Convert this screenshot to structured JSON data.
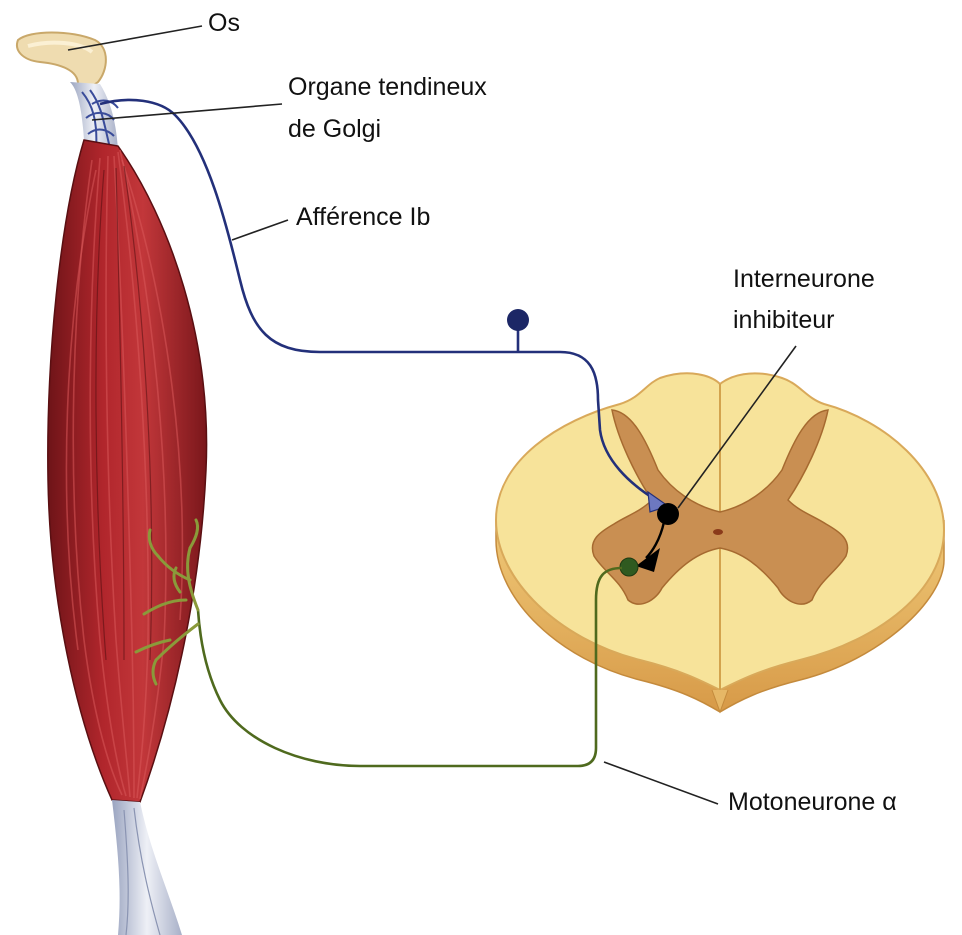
{
  "labels": {
    "bone": "Os",
    "golgi_line1": "Organe tendineux",
    "golgi_line2": "de Golgi",
    "afferent": "Afférence Ib",
    "interneuron_line1": "Interneurone",
    "interneuron_line2": "inhibiteur",
    "motoneuron": "Motoneurone α"
  },
  "colors": {
    "muscle": "#a8232a",
    "tendon": "#c8cfe0",
    "bone": "#efdcb0",
    "afferent_fiber": "#23307a",
    "motor_fiber": "#4f6a1e",
    "spinal_white_matter": "#f7e39a",
    "spinal_gray_matter": "#c98f52",
    "interneuron": "#000000",
    "leader_lines": "#222222"
  }
}
